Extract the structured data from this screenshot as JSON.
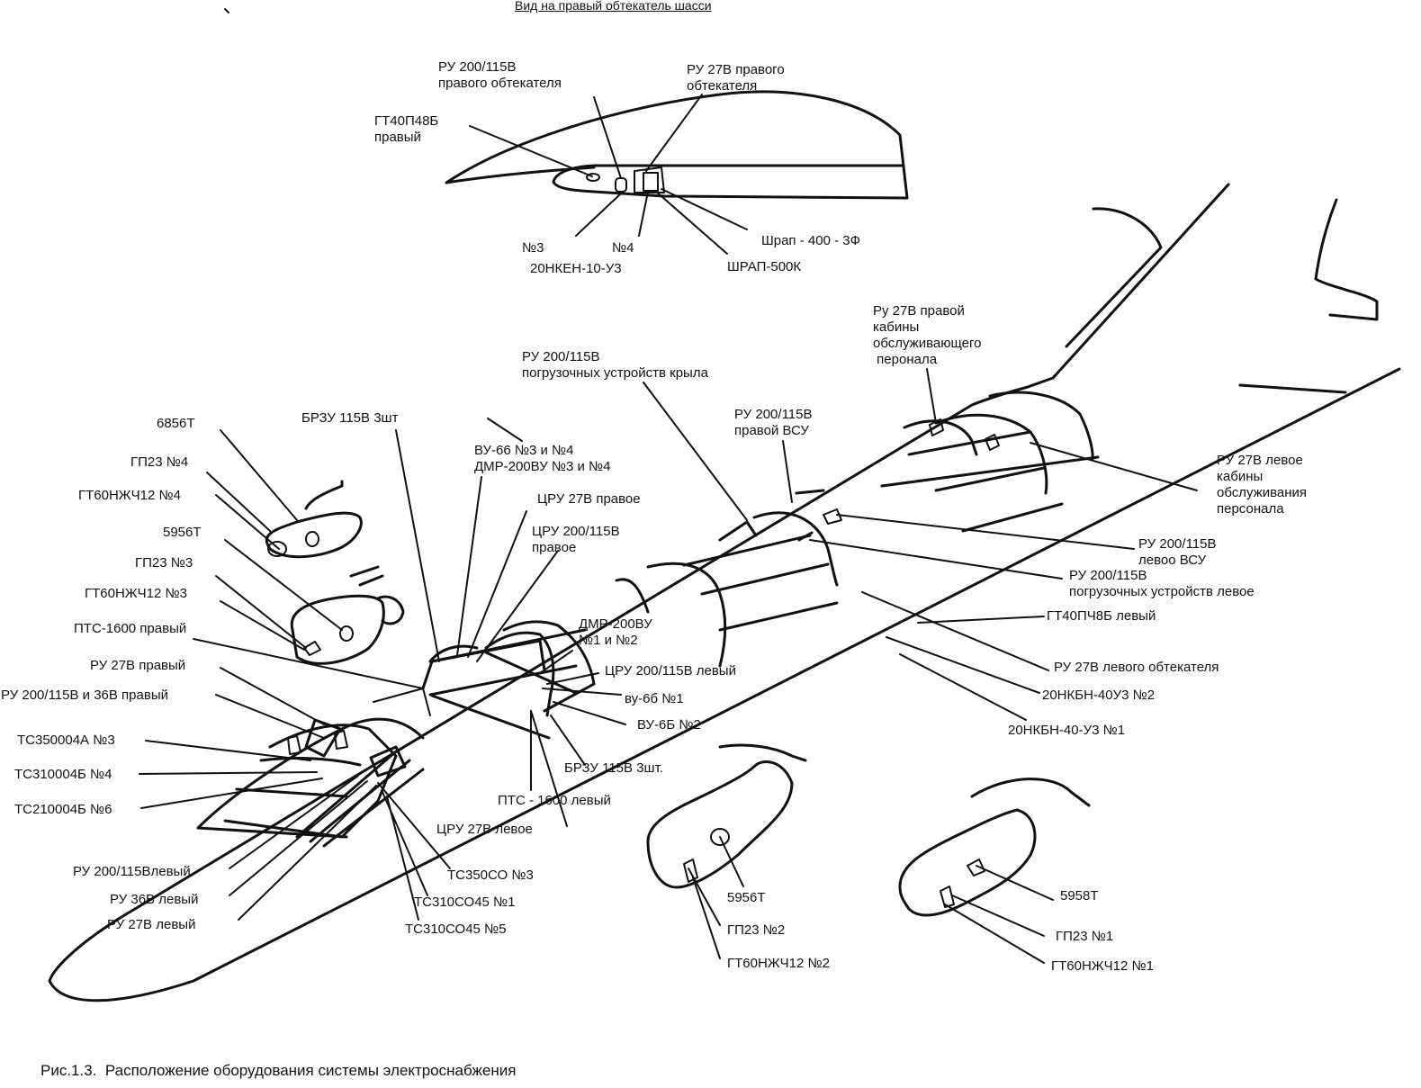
{
  "header": "Вид на правый обтекатель шасси",
  "caption": "Рис.1.3.  Расположение оборудования системы электроснабжения",
  "labels": [
    "РУ 200/115В\nправого обтекателя",
    "РУ 27В правого\nобтекателя",
    "ГТ40П48Б\nправый",
    "№3",
    "№4",
    "20НКЕН-10-У3",
    "Шрап - 400 - 3Ф",
    "ШРАП-500К",
    "Ру 27В правой\nкабины\nобслуживающего\n перонала",
    "РУ 200/115В\nпогрузочных устройств крыла",
    "РУ 200/115В\nправой ВСУ",
    "6856Т",
    "БРЗУ 115В 3шт",
    "ВУ-66 №3 и №4\nДМР-200ВУ №3 и №4",
    "ГП23 №4",
    "ГТ60НЖЧ12 №4",
    "ЦРУ 27В правое",
    "ЦРУ 200/115В\nправое",
    "5956Т",
    "ГП23 №3",
    "ГТ60НЖЧ12 №3",
    "ПТС-1600 правый",
    "РУ 27В правый",
    "РУ 200/115В и 36В правый",
    "ТС350004А №3",
    "ТС310004Б №4",
    "ТС210004Б №6",
    "ДМР-200ВУ\n№1 и №2",
    "ЦРУ 200/115В левый",
    "ву-6б №1",
    "ВУ-6Б №2",
    "БРЗУ 115В 3шт.",
    "ПТС - 1600 левый",
    "ЦРУ 27В левое",
    "РУ 200/115Влевый",
    "РУ 36В левый",
    "РУ 27В левый",
    "ТС350СО №3",
    "ТС310СО45 №1",
    "ТС310СО45 №5",
    "РУ 27В левое\nкабины\nобслуживания\nперсонала",
    "РУ 200/115В\nлевоо ВСУ",
    "РУ 200/115В\nпогрузочных устройств левое",
    "ГТ40ПЧ8Б левый",
    "РУ 27В левого обтекателя",
    "20НКБН-40У3 №2",
    "20НКБН-40-У3 №1",
    "5956Т",
    "ГП23 №2",
    "ГТ60НЖЧ12 №2",
    "5958Т",
    "ГП23 №1",
    "ГТ60НЖЧ12 №1"
  ]
}
